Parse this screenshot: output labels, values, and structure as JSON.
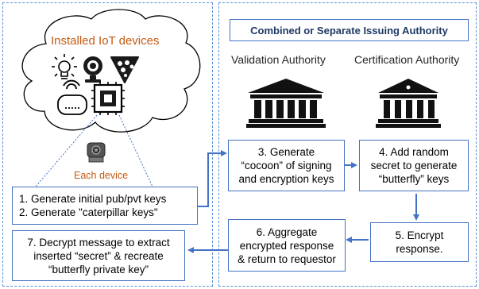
{
  "devices_panel": {
    "cloud_title": "Installed IoT devices",
    "each_device_label": "Each device",
    "step_1_2": "1. Generate initial pub/pvt keys\n2. Generate \"caterpillar keys\"",
    "step_7": "7. Decrypt message to extract\ninserted “secret” & recreate\n“butterfly private key”"
  },
  "authority_panel": {
    "title": "Combined or Separate Issuing Authority",
    "validation_authority": "Validation Authority",
    "certification_authority": "Certification Authority",
    "step_3": "3. Generate\n“cocoon” of signing\nand encryption keys",
    "step_4": "4. Add random\nsecret to generate\n“butterfly” keys",
    "step_5": "5. Encrypt\nresponse.",
    "step_6": "6. Aggregate\nencrypted response\n& return to requestor"
  },
  "icons": [
    "lightbulb-icon",
    "webcam-icon",
    "smart-home-hub-icon",
    "router-icon",
    "chip-icon",
    "sensor-device-icon",
    "bank-building-icon"
  ],
  "colors": {
    "accent_blue": "#4472c4",
    "panel_border": "#5b8fd6",
    "brown_text": "#c55a11",
    "title_text": "#1f3864"
  }
}
